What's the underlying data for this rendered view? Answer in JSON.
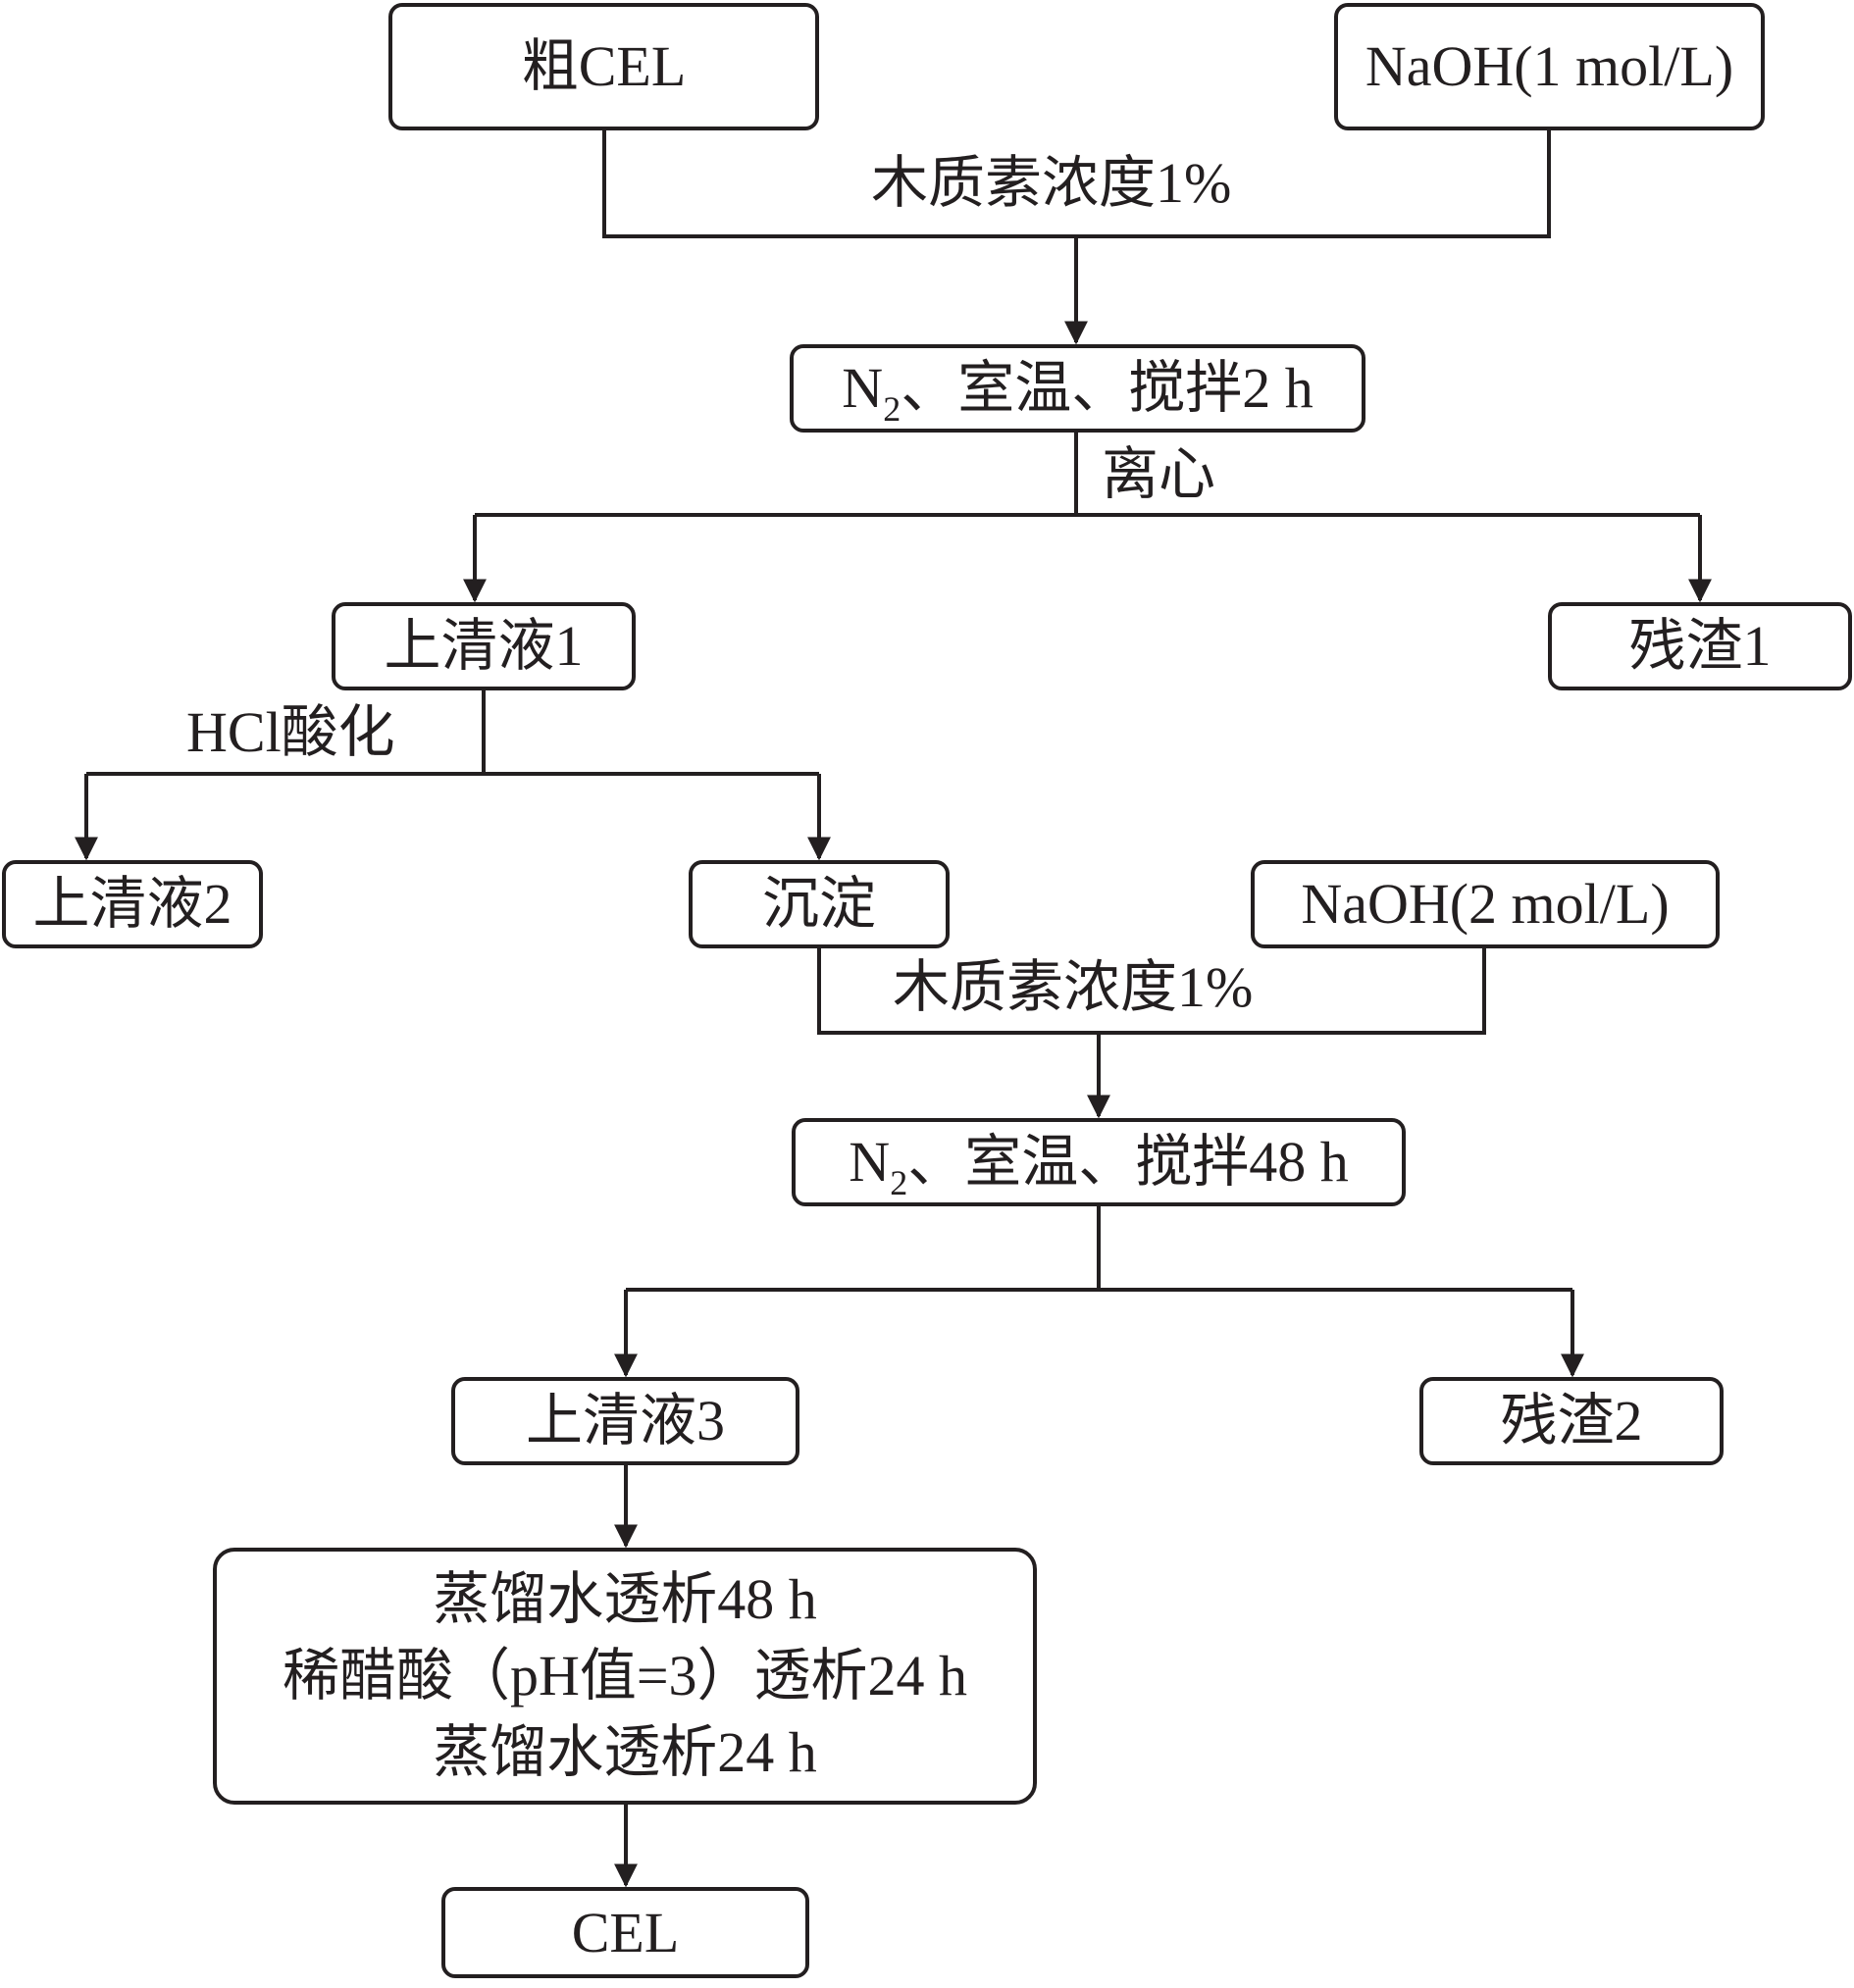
{
  "nodes": {
    "crude_cel": "粗CEL",
    "naoh_1": "NaOH(1 mol/L)",
    "step1_prefix": "N",
    "step1_sub": "2",
    "step1_rest": "、室温、搅拌2 h",
    "supernatant1": "上清液1",
    "residue1": "残渣1",
    "supernatant2": "上清液2",
    "precipitate": "沉淀",
    "naoh_2": "NaOH(2 mol/L)",
    "step2_prefix": "N",
    "step2_sub": "2",
    "step2_rest": "、室温、搅拌48 h",
    "supernatant3": "上清液3",
    "residue2": "残渣2",
    "dialysis_line1": "蒸馏水透析48 h",
    "dialysis_line2": "稀醋酸（pH值=3）透析24 h",
    "dialysis_line3": "蒸馏水透析24 h",
    "final_cel": "CEL"
  },
  "edge_labels": {
    "lignin_conc_1": "木质素浓度1%",
    "centrifuge": "离心",
    "hcl_acidify": "HCl酸化",
    "lignin_conc_2": "木质素浓度1%"
  }
}
